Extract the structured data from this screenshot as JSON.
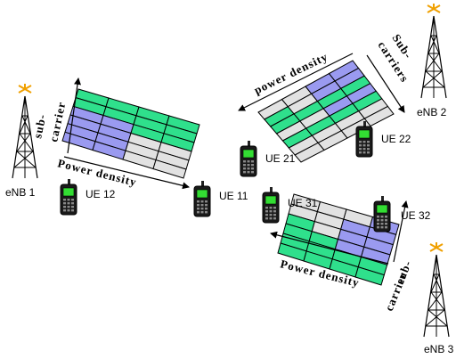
{
  "colors": {
    "green": "#2fe08c",
    "blue": "#9a9af0",
    "gray": "#e2e2e2",
    "line": "#000000",
    "antenna_spark": "#f0a000",
    "phone_screen": "#33dd33"
  },
  "base_stations": [
    {
      "id": "enb1",
      "label": "eNB 1"
    },
    {
      "id": "enb2",
      "label": "eNB 2"
    },
    {
      "id": "enb3",
      "label": "eNB 3"
    }
  ],
  "user_equipment": [
    {
      "id": "ue12",
      "label": "UE 12"
    },
    {
      "id": "ue11",
      "label": "UE 11"
    },
    {
      "id": "ue21",
      "label": "UE 21"
    },
    {
      "id": "ue22",
      "label": "UE 22"
    },
    {
      "id": "ue31",
      "label": "UE 31"
    },
    {
      "id": "ue32",
      "label": "UE 32"
    }
  ],
  "resource_grids": [
    {
      "id": "grid-enb1",
      "power_axis_label": "Power density",
      "subcarrier_axis_label": [
        "sub-",
        "carrier"
      ],
      "rows": [
        [
          "green",
          "green",
          "green",
          "green"
        ],
        [
          "green",
          "green",
          "green",
          "green"
        ],
        [
          "blue",
          "blue",
          "green",
          "green"
        ],
        [
          "blue",
          "blue",
          "gray",
          "gray"
        ],
        [
          "blue",
          "blue",
          "gray",
          "gray"
        ],
        [
          "blue",
          "blue",
          "gray",
          "gray"
        ]
      ]
    },
    {
      "id": "grid-enb2",
      "power_axis_label": "power density",
      "subcarrier_axis_label": [
        "Sub-",
        "carriers"
      ],
      "rows": [
        [
          "gray",
          "gray",
          "blue",
          "blue"
        ],
        [
          "green",
          "gray",
          "blue",
          "blue"
        ],
        [
          "green",
          "green",
          "green",
          "green"
        ],
        [
          "gray",
          "gray",
          "blue",
          "blue"
        ],
        [
          "green",
          "green",
          "green",
          "green"
        ],
        [
          "gray",
          "gray",
          "gray",
          "gray"
        ],
        [
          "gray",
          "gray",
          "gray",
          "gray"
        ]
      ]
    },
    {
      "id": "grid-enb3",
      "power_axis_label": "Power density",
      "subcarrier_axis_label": [
        "sub-",
        "carrier"
      ],
      "rows": [
        [
          "gray",
          "gray",
          "gray",
          "blue"
        ],
        [
          "gray",
          "gray",
          "blue",
          "blue"
        ],
        [
          "green",
          "gray",
          "blue",
          "blue"
        ],
        [
          "green",
          "green",
          "blue",
          "blue"
        ],
        [
          "green",
          "green",
          "green",
          "green"
        ],
        [
          "green",
          "green",
          "green",
          "green"
        ]
      ]
    }
  ]
}
